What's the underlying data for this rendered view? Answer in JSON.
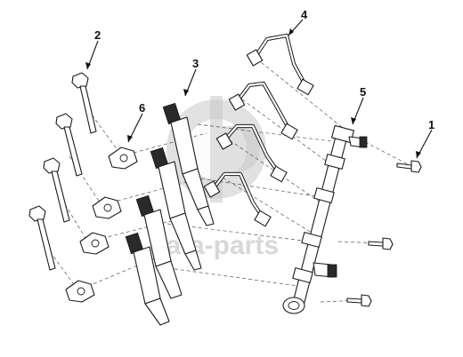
{
  "diagram": {
    "callouts": [
      {
        "id": "1",
        "label": "1"
      },
      {
        "id": "2",
        "label": "2"
      },
      {
        "id": "3",
        "label": "3"
      },
      {
        "id": "4",
        "label": "4"
      },
      {
        "id": "5",
        "label": "5"
      },
      {
        "id": "6",
        "label": "6"
      }
    ],
    "watermark": "data-parts"
  },
  "colors": {
    "line": "#1a1a1a",
    "watermark": "#c8c8c8",
    "background": "#ffffff"
  }
}
